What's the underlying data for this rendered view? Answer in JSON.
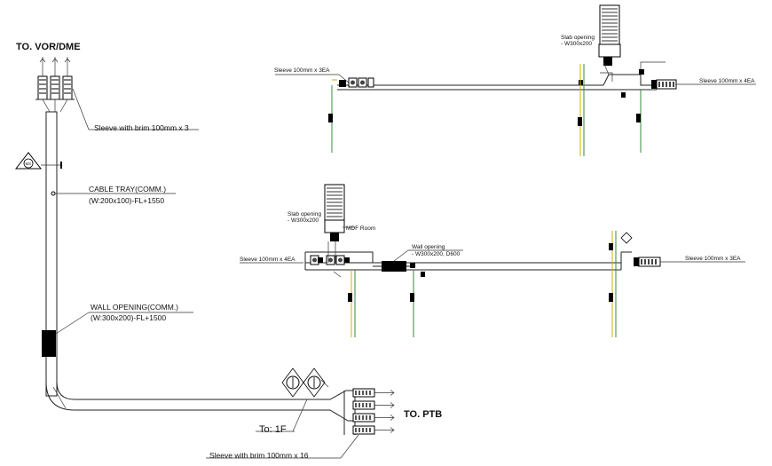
{
  "labels": {
    "to_vor_dme": "TO. VOR/DME",
    "sleeve_brim_3": "Sleeve with brim 100mm x 3",
    "cable_tray_title": "CABLE TRAY(COMM.)",
    "cable_tray_spec": "(W:200x100)-FL+1550",
    "wall_opening_title": "WALL OPENING(COMM.)",
    "wall_opening_spec": "(W:300x200)-FL+1500",
    "to_1f": "To: 1F",
    "to_ptb": "TO. PTB",
    "sleeve_brim_16": "Sleeve with brim 100mm x 16"
  },
  "top_plan": {
    "sleeve_left": "Sleeve 100mm x 3EA",
    "slab_opening_1": "Slab opening",
    "slab_opening_2": "- W300x200",
    "sleeve_right": "Sleeve 100mm x 4EA"
  },
  "bottom_plan": {
    "slab_opening_1": "Slab opening",
    "slab_opening_2": "- W300x200",
    "mdf_room": "MDF Room",
    "wall_opening_1": "Wall opening",
    "wall_opening_2": "- W300x200, D600",
    "sleeve_left": "Sleeve 100mm x 4EA",
    "sleeve_right": "Sleeve 100mm x 3EA"
  },
  "symbols": {
    "level_tag": "M3"
  }
}
